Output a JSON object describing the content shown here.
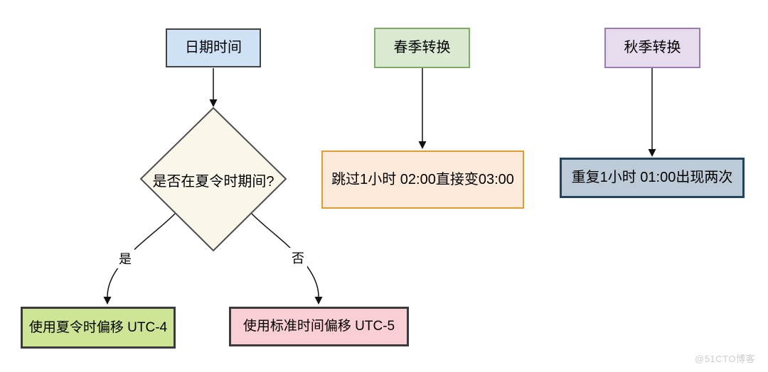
{
  "watermark": {
    "text": "@51CTO博客",
    "color": "#cccccc"
  },
  "diagram": {
    "dst_decision": {
      "start": {
        "label": "日期时间",
        "fill": "#cee1f5",
        "border": "#444444"
      },
      "decision": {
        "label": "是否在夏令时期间?",
        "fill": "#faf6e9",
        "border": "#4f4f4f"
      },
      "yes_label": "是",
      "no_label": "否",
      "yes_result": {
        "label": "使用夏令时偏移 UTC-4",
        "fill": "#cee595",
        "border": "#3b3b3b"
      },
      "no_result": {
        "label": "使用标准时间偏移 UTC-5",
        "fill": "#f9ced4",
        "border": "#3b3b3b"
      }
    },
    "spring_transition": {
      "start": {
        "label": "春季转换",
        "fill": "#d9e9d2",
        "border": "#80ab66"
      },
      "result": {
        "label": "跳过1小时 02:00直接变03:00",
        "fill": "#fdeada",
        "border": "#dd9d33"
      }
    },
    "fall_transition": {
      "start": {
        "label": "秋季转换",
        "fill": "#e7dcee",
        "border": "#9b7cb0"
      },
      "result": {
        "label": "重复1小时 01:00出现两次",
        "fill": "#bccbd7",
        "border": "#23445e"
      }
    }
  }
}
